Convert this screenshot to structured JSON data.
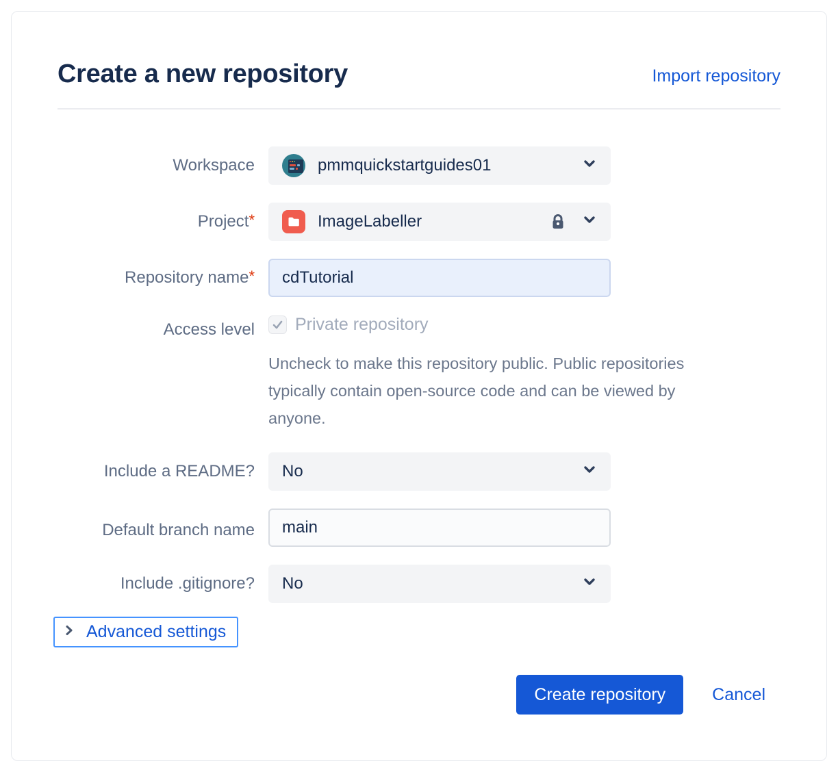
{
  "header": {
    "title": "Create a new repository",
    "import_link": "Import repository"
  },
  "form": {
    "workspace": {
      "label": "Workspace",
      "value": "pmmquickstartguides01",
      "avatar_icon": "workspace-avatar-teal-terminal",
      "chevron_icon": "chevron-down-icon"
    },
    "project": {
      "label": "Project",
      "required": "*",
      "value": "ImageLabeller",
      "project_icon": "red-folder-icon",
      "lock_icon": "lock-icon",
      "chevron_icon": "chevron-down-icon"
    },
    "repo_name": {
      "label": "Repository name",
      "required": "*",
      "value": "cdTutorial"
    },
    "access_level": {
      "label": "Access level",
      "checkbox_label": "Private repository",
      "checked": true,
      "disabled": true,
      "help": "Uncheck to make this repository public. Public repositories typically contain open‑source code and can be viewed by anyone."
    },
    "readme": {
      "label": "Include a README?",
      "value": "No"
    },
    "default_branch": {
      "label": "Default branch name",
      "value": "main"
    },
    "gitignore": {
      "label": "Include .gitignore?",
      "value": "No"
    },
    "advanced": {
      "label": "Advanced settings"
    }
  },
  "footer": {
    "create_label": "Create repository",
    "cancel_label": "Cancel"
  },
  "colors": {
    "title_text": "#172B4D",
    "label_text": "#5E6C84",
    "link_blue": "#1558D6",
    "primary_button": "#1558D6",
    "focus_ring": "#4593FF",
    "field_gray": "#F3F4F6",
    "repo_input_bg": "#E9F0FC",
    "required_red": "#DE350B",
    "avatar_teal": "#2F7E8E",
    "project_icon_red": "#F05C4E",
    "disabled_text": "#A2ABBB",
    "help_text": "#6B778C"
  }
}
